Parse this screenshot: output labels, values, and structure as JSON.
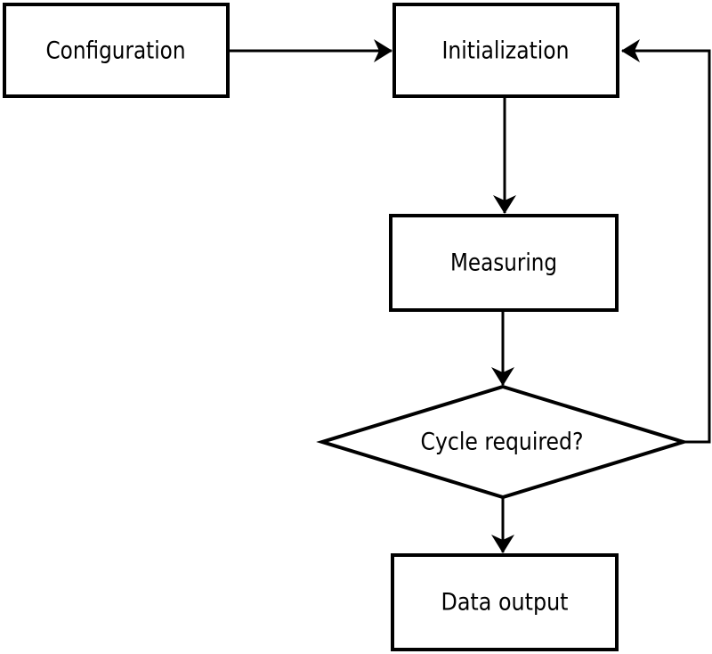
{
  "diagram": {
    "type": "flowchart",
    "nodes": {
      "configuration": {
        "label": "Configuration",
        "shape": "rectangle"
      },
      "initialization": {
        "label": "Initialization",
        "shape": "rectangle"
      },
      "measuring": {
        "label": "Measuring",
        "shape": "rectangle"
      },
      "cycle_required": {
        "label": "Cycle required?",
        "shape": "diamond"
      },
      "data_output": {
        "label": "Data output",
        "shape": "rectangle"
      }
    },
    "edges": [
      {
        "from": "configuration",
        "to": "initialization",
        "kind": "arrow"
      },
      {
        "from": "initialization",
        "to": "measuring",
        "kind": "arrow"
      },
      {
        "from": "measuring",
        "to": "cycle_required",
        "kind": "arrow"
      },
      {
        "from": "cycle_required",
        "to": "data_output",
        "kind": "arrow"
      },
      {
        "from": "cycle_required",
        "to": "initialization",
        "kind": "feedback-loop"
      }
    ],
    "colors": {
      "stroke": "#000000",
      "node_fill": "#ffffff",
      "background": "#ffffff",
      "text": "#000000"
    }
  }
}
